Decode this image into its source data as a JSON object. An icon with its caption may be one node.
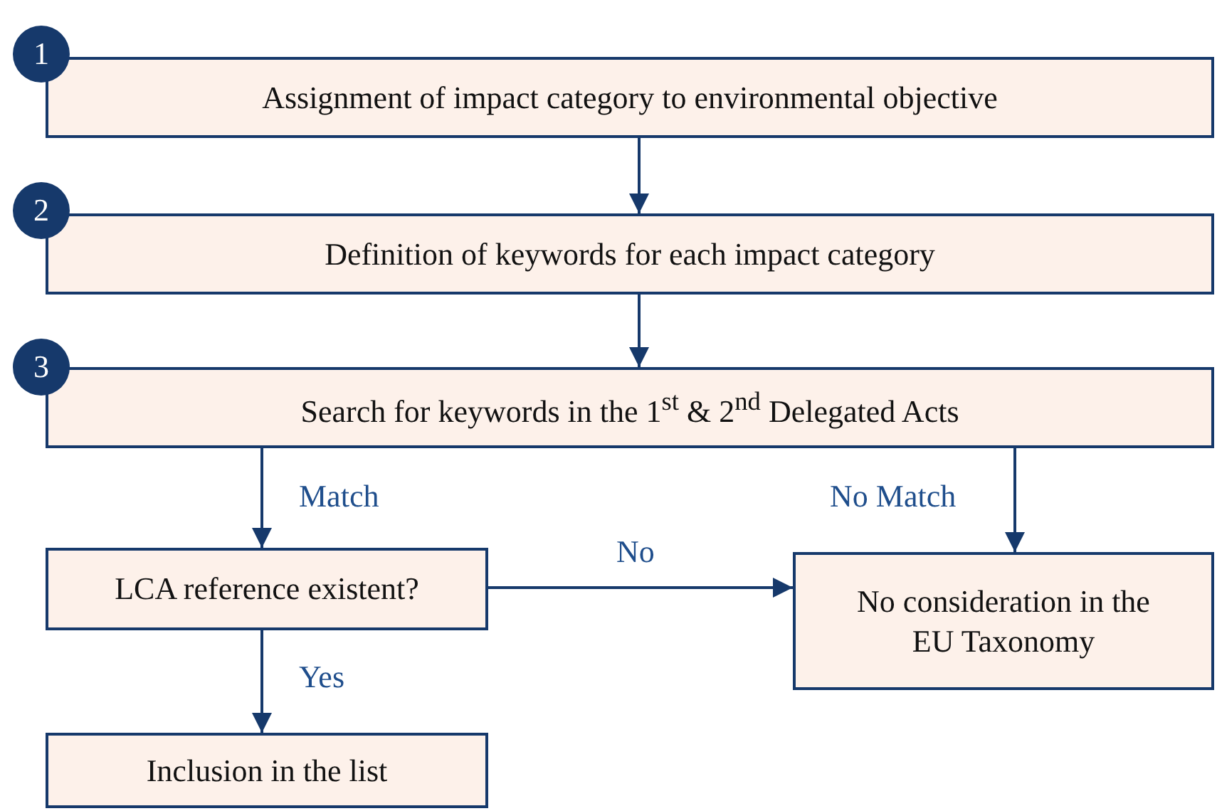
{
  "diagram": {
    "nodes": [
      {
        "text": [
          "1"
        ]
      },
      {
        "text": [
          "Assignment of impact category to environmental objective"
        ]
      },
      {
        "text": [
          "2"
        ]
      },
      {
        "text": [
          "Definition of keywords for each impact category"
        ]
      },
      {
        "text": [
          "3"
        ]
      },
      {
        "text": [
          "Search for keywords in the 1$^{st}$ & 2$^{nd}$ Delegated Acts"
        ]
      },
      {
        "text": [
          "LCA reference existent?"
        ]
      },
      {
        "text": [
          "No consideration in the EU Taxonomy"
        ]
      },
      {
        "text": [
          "Inclusion in the list"
        ]
      }
    ],
    "edges": [
      {
        "from": 1,
        "to": 3,
        "arrow": "to"
      },
      {
        "from": 3,
        "to": 5,
        "arrow": "to"
      },
      {
        "from": 5,
        "to": 6,
        "arrow": "to",
        "label": "Match"
      },
      {
        "from": 5,
        "to": 7,
        "arrow": "to",
        "label": "No Match"
      },
      {
        "from": 6,
        "to": 7,
        "arrow": "to",
        "label": "No"
      },
      {
        "from": 6,
        "to": 8,
        "arrow": "to",
        "label": "Yes"
      }
    ]
  }
}
